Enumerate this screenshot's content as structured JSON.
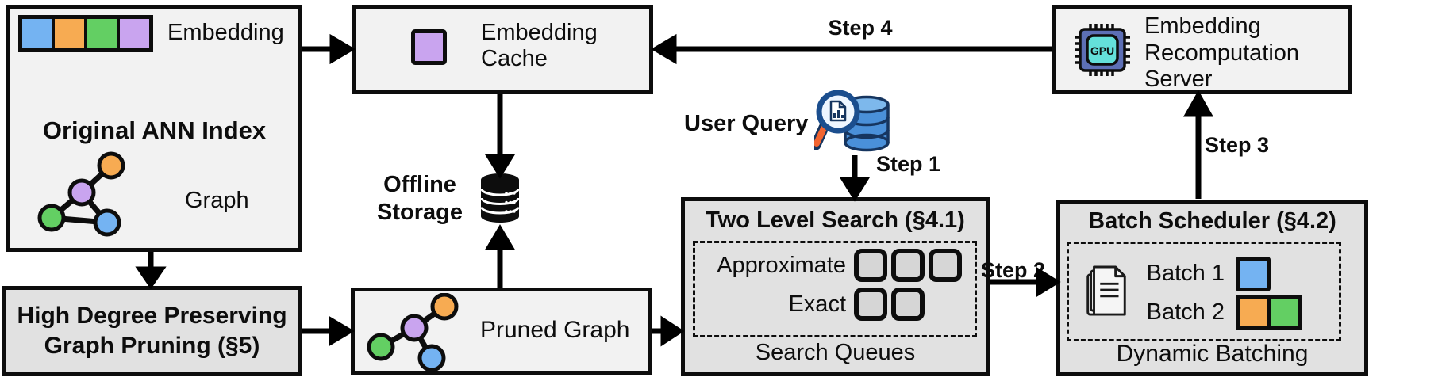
{
  "colors": {
    "blue": "#74b3f2",
    "orange": "#f7ab52",
    "green": "#63cf63",
    "purple": "#c9a4ef",
    "queue_fill": "#d6d6d6",
    "gpu_body": "#5d6fb5",
    "gpu_core": "#64e0da",
    "query_db_fill": "#4a90d9",
    "query_db_top": "#7db8ec",
    "query_db_stroke": "#16355f",
    "magnifier_rim": "#1b4e8e",
    "magnifier_handle": "#f26430"
  },
  "ann_index": {
    "title": "Original ANN Index",
    "embedding_label": "Embedding",
    "graph_label": "Graph"
  },
  "graph_pruning": {
    "lines": [
      "High Degree Preserving",
      "Graph Pruning (§5)"
    ]
  },
  "embedding_cache": {
    "lines": [
      "Embedding",
      "Cache"
    ]
  },
  "offline_storage": {
    "lines": [
      "Offline",
      "Storage"
    ]
  },
  "pruned_graph": {
    "label": "Pruned Graph"
  },
  "user_query": {
    "label": "User Query"
  },
  "two_level_search": {
    "title": "Two Level Search (§4.1)",
    "approximate_label": "Approximate",
    "exact_label": "Exact",
    "caption": "Search Queues"
  },
  "batch_scheduler": {
    "title": "Batch Scheduler (§4.2)",
    "batch1_label": "Batch 1",
    "batch2_label": "Batch 2",
    "caption": "Dynamic Batching"
  },
  "server": {
    "lines": [
      "Embedding",
      "Recomputation",
      "Server"
    ],
    "gpu_text": "GPU"
  },
  "steps": {
    "s1": "Step 1",
    "s2": "Step 2",
    "s3": "Step 3",
    "s4": "Step 4"
  }
}
